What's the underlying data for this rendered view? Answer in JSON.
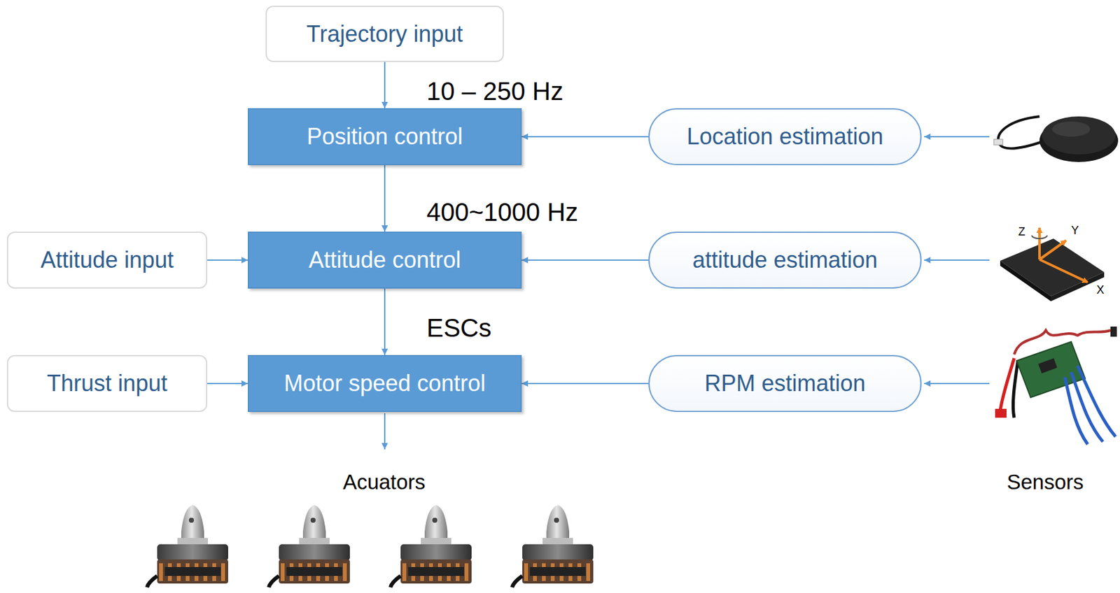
{
  "diagram": {
    "nodes": [
      {
        "text": [
          "Trajectory input"
        ]
      },
      {
        "text": [
          "Position control"
        ]
      },
      {
        "text": [
          "Location estimation"
        ]
      },
      {
        "text": [
          "Attitude input"
        ]
      },
      {
        "text": [
          "Attitude control"
        ]
      },
      {
        "text": [
          "attitude estimation"
        ]
      },
      {
        "text": [
          "Thrust input"
        ]
      },
      {
        "text": [
          "Motor speed control"
        ]
      },
      {
        "text": [
          "RPM estimation"
        ]
      }
    ],
    "edges": [
      {
        "from": 0,
        "to": 1,
        "arrow": "to"
      },
      {
        "from": 2,
        "to": 1,
        "arrow": "to"
      },
      {
        "from": 1,
        "to": 4,
        "arrow": "to"
      },
      {
        "from": 3,
        "to": 4,
        "arrow": "to"
      },
      {
        "from": 5,
        "to": 4,
        "arrow": "to"
      },
      {
        "from": 4,
        "to": 7,
        "arrow": "to"
      },
      {
        "from": 6,
        "to": 7,
        "arrow": "to"
      },
      {
        "from": 8,
        "to": 7,
        "arrow": "to"
      }
    ],
    "labels": [
      "10 – 250 Hz",
      "400~1000 Hz",
      "ESCs",
      "Acuators",
      "Sensors",
      "Z",
      "Y",
      "X"
    ]
  }
}
